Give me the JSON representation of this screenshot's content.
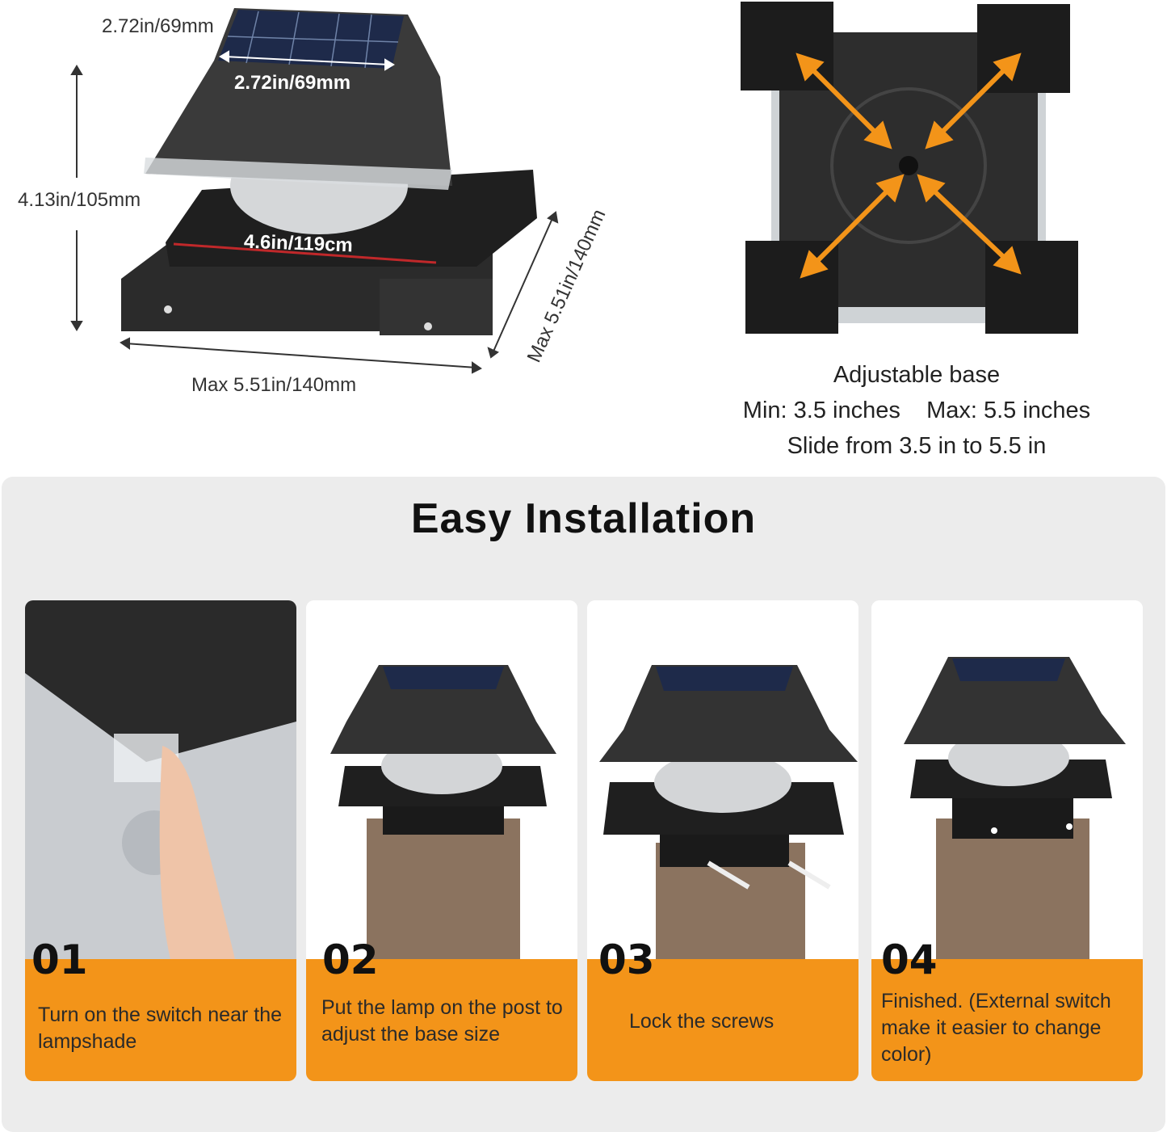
{
  "dimensions": {
    "top_width": "2.72in/69mm",
    "panel_width": "2.72in/69mm",
    "height": "4.13in/105mm",
    "base_label": "4.6in/119cm",
    "base_width": "Max 5.51in/140mm",
    "base_depth": "Max 5.51in/140mm"
  },
  "adjustable": {
    "title": "Adjustable base",
    "min": "Min: 3.5 inches",
    "max": "Max: 5.5 inches",
    "slide": "Slide from 3.5 in to 5.5 in",
    "arrow_color": "#f39419"
  },
  "installation": {
    "title": "Easy Installation",
    "accent_color": "#f39419",
    "steps": [
      {
        "number": "01",
        "text": "Turn on the switch near the lampshade"
      },
      {
        "number": "02",
        "text": "Put the lamp on the post to adjust the base size"
      },
      {
        "number": "03",
        "text": "Lock the screws"
      },
      {
        "number": "04",
        "text": "Finished. (External switch make it easier to change color)"
      }
    ]
  }
}
